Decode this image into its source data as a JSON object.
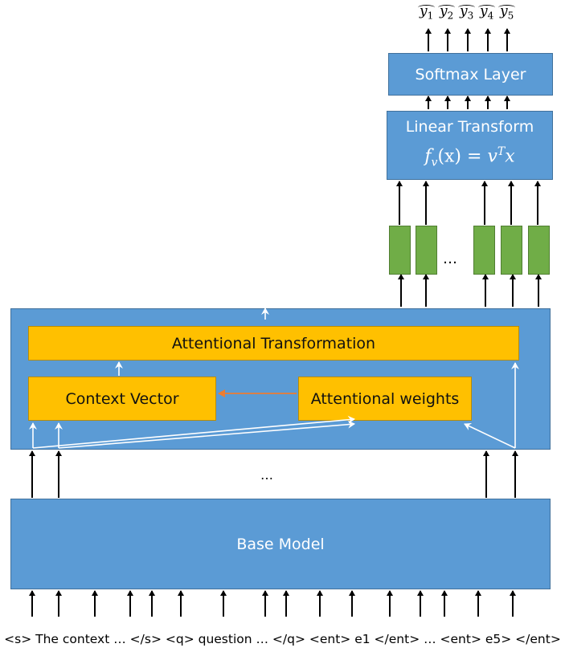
{
  "outputs": {
    "labels": [
      "y1",
      "y2",
      "y3",
      "y4",
      "y5"
    ],
    "base": "y",
    "subscripts": [
      "1",
      "2",
      "3",
      "4",
      "5"
    ]
  },
  "softmax": {
    "label": "Softmax Layer"
  },
  "linear": {
    "label": "Linear Transform",
    "formula": {
      "lhs_f": "f",
      "lhs_sub": "v",
      "lhs_arg": "(x) = ",
      "rhs_v": "v",
      "rhs_sup": "T",
      "rhs_x": "x"
    }
  },
  "vectors": {
    "ellipsis": "…"
  },
  "attention": {
    "transformation_label": "Attentional Transformation",
    "context_label": "Context Vector",
    "weights_label": "Attentional weights"
  },
  "middle_ellipsis": "…",
  "base_model": {
    "label": "Base Model"
  },
  "input_sequence": "<s> The context … </s> <q> question … </q> <ent> e1 </ent> … <ent> e5> </ent>",
  "colors": {
    "blue": "#5b9bd5",
    "gold": "#ffc000",
    "green": "#70ad47",
    "orange_arrow": "#ed7d31"
  }
}
